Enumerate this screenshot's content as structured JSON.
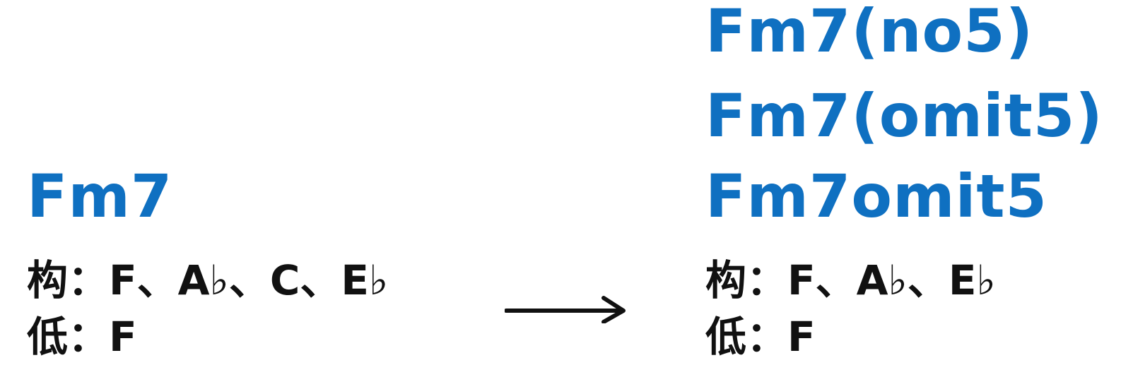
{
  "left": {
    "chord": "Fm7",
    "notes": "构：F、A♭、C、E♭",
    "bass": "低：F"
  },
  "right": {
    "names": [
      "Fm7(no5)",
      "Fm7(omit5)",
      "Fm7omit5"
    ],
    "notes": "构：F、A♭、E♭",
    "bass": "低：F"
  },
  "colors": {
    "chord": "#0f70c1",
    "text": "#111111"
  },
  "icons": {
    "arrow": "right-arrow-icon"
  }
}
